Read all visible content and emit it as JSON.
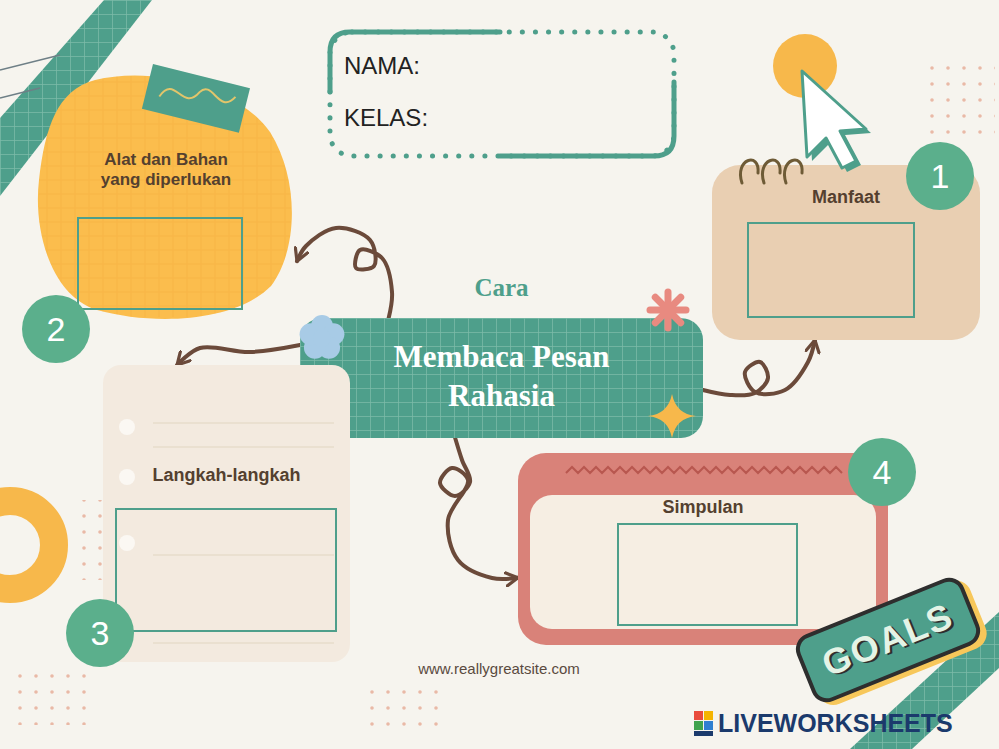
{
  "diagram": {
    "nodes": [
      {
        "text": [
          "NAMA:",
          "KELAS:"
        ]
      },
      {
        "text": [
          "Alat dan Bahan yang diperlukan"
        ]
      },
      {
        "text": [
          "Manfaat"
        ]
      },
      {
        "text": [
          "Cara",
          "Membaca Pesan Rahasia"
        ]
      },
      {
        "text": [
          "Langkah-langkah"
        ]
      },
      {
        "text": [
          "Simpulan"
        ]
      }
    ],
    "edges": [
      {
        "from": 3,
        "to": 1,
        "arrow": "to"
      },
      {
        "from": 3,
        "to": 4,
        "arrow": "to"
      },
      {
        "from": 3,
        "to": 5,
        "arrow": "to"
      },
      {
        "from": 3,
        "to": 2,
        "arrow": "to"
      }
    ],
    "labels": [
      "1",
      "2",
      "3",
      "4",
      "GOALS",
      "www.reallygreatsite.com",
      "LIVEWORKSHEETS"
    ]
  }
}
